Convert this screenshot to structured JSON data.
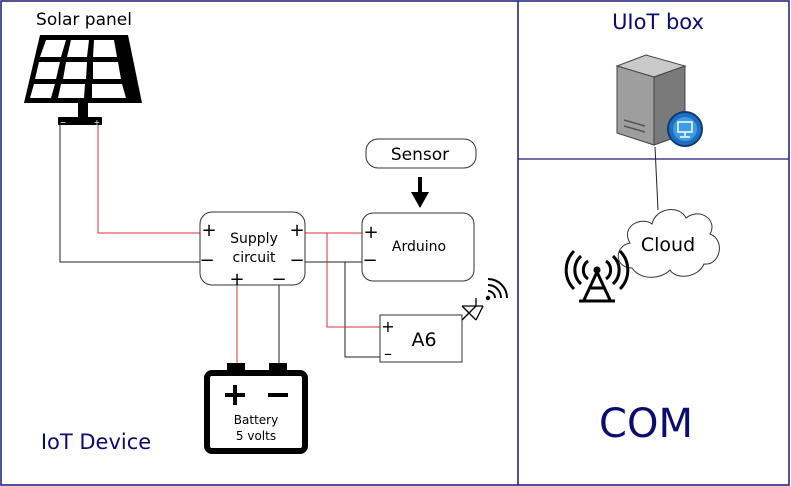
{
  "panels": {
    "iot_device": "IoT Device",
    "uiot_box": "UIoT box",
    "com": "COM"
  },
  "components": {
    "solar_panel": "Solar panel",
    "sensor": "Sensor",
    "supply_circuit_line1": "Supply",
    "supply_circuit_line2": "circuit",
    "arduino": "Arduino",
    "a6": "A6",
    "battery_line1": "Battery",
    "battery_line2": "5 volts",
    "cloud": "Cloud"
  },
  "terminals": {
    "plus": "+",
    "minus": "−",
    "minus_small": "–",
    "solar_plus": "+",
    "solar_minus": "−"
  },
  "colors": {
    "frame": "#1a1a7a",
    "title_text": "#0c0c70",
    "positive_wire": "#e03030",
    "negative_wire": "#222222"
  }
}
